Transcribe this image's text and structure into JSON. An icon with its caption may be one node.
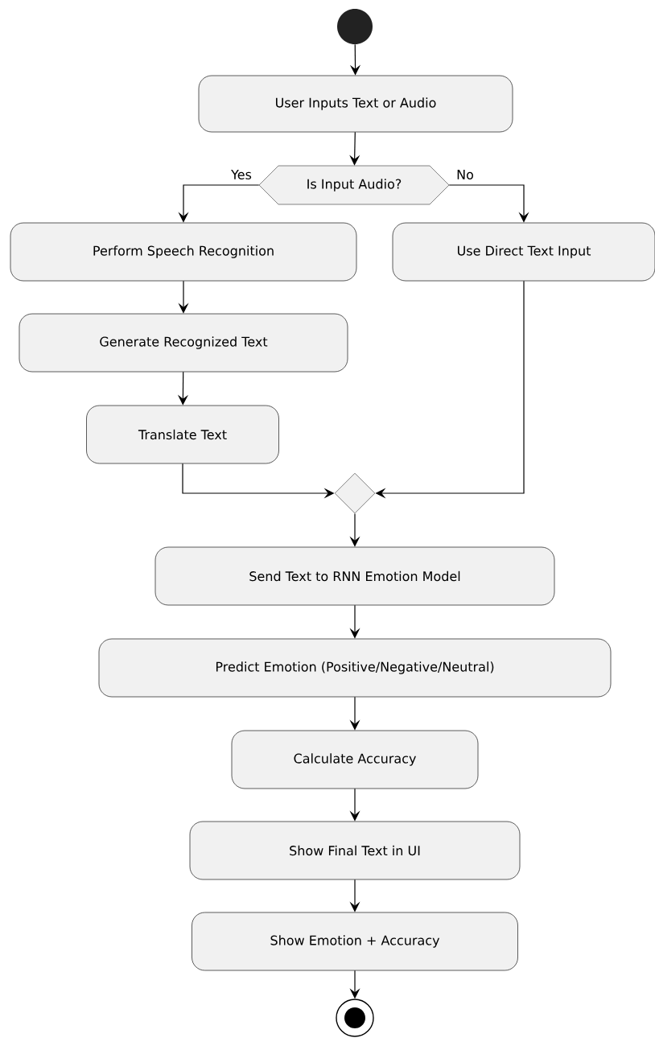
{
  "diagram": {
    "nodes": [
      {
        "text": [],
        "shape": "circle"
      },
      {
        "text": [
          "User Inputs Text or Audio"
        ]
      },
      {
        "text": [
          "Is Input Audio?"
        ]
      },
      {
        "text": [
          "Perform Speech Recognition"
        ]
      },
      {
        "text": [
          "Use Direct Text Input"
        ]
      },
      {
        "text": [
          "Generate Recognized Text"
        ]
      },
      {
        "text": [
          "Translate Text"
        ]
      },
      {
        "text": [],
        "shape": "diamond"
      },
      {
        "text": [
          "Send Text to RNN Emotion Model"
        ]
      },
      {
        "text": [
          "Predict Emotion (Positive/Negative/Neutral)"
        ]
      },
      {
        "text": [
          "Calculate Accuracy"
        ]
      },
      {
        "text": [
          "Show Final Text in UI"
        ]
      },
      {
        "text": [
          "Show Emotion + Accuracy"
        ]
      },
      {
        "text": [],
        "shape": "circle"
      }
    ],
    "edges": [
      {
        "from": 0,
        "to": 1,
        "arrow": "to"
      },
      {
        "from": 1,
        "to": 2,
        "arrow": "to"
      },
      {
        "from": 2,
        "to": 3,
        "arrow": "to",
        "label": "Yes"
      },
      {
        "from": 2,
        "to": 4,
        "arrow": "to",
        "label": "No"
      },
      {
        "from": 3,
        "to": 5,
        "arrow": "to"
      },
      {
        "from": 5,
        "to": 6,
        "arrow": "to"
      },
      {
        "from": 6,
        "to": 7,
        "arrow": "to"
      },
      {
        "from": 4,
        "to": 7,
        "arrow": "to"
      },
      {
        "from": 7,
        "to": 8,
        "arrow": "to"
      },
      {
        "from": 8,
        "to": 9,
        "arrow": "to"
      },
      {
        "from": 9,
        "to": 10,
        "arrow": "to"
      },
      {
        "from": 10,
        "to": 11,
        "arrow": "to"
      },
      {
        "from": 11,
        "to": 12,
        "arrow": "to"
      },
      {
        "from": 12,
        "to": 13,
        "arrow": "to"
      }
    ]
  }
}
